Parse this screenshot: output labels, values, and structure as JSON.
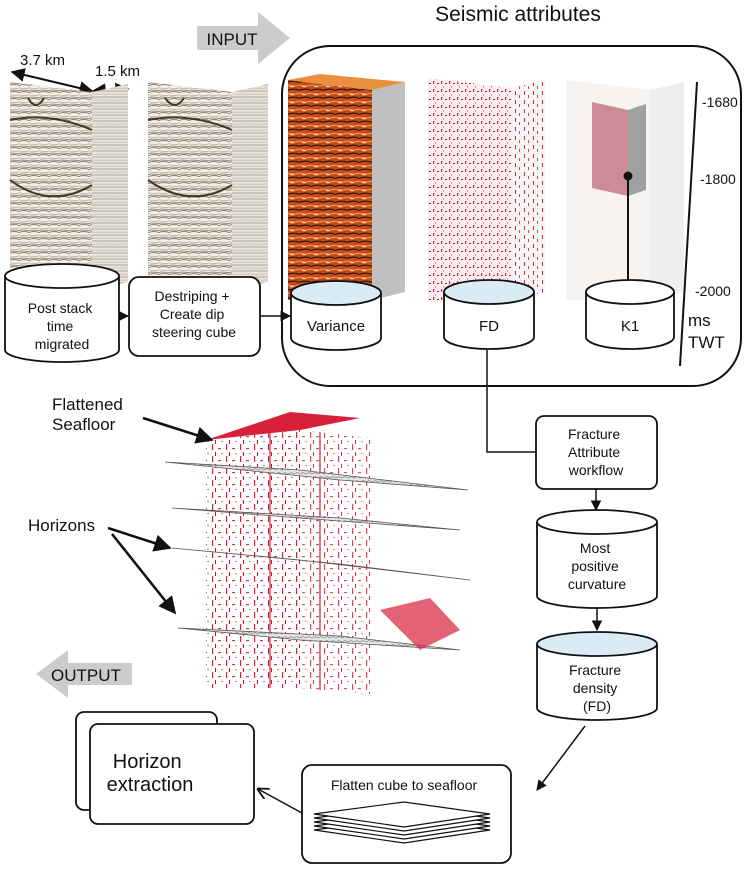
{
  "title": "Seismic attributes",
  "input_label": "INPUT",
  "output_label": "OUTPUT",
  "dims": {
    "width_label": "3.7 km",
    "depth_label": "1.5 km"
  },
  "time_axis": {
    "ticks": [
      "-1680",
      "-1800",
      "-2000"
    ],
    "unit_line1": "ms",
    "unit_line2": "TWT"
  },
  "nodes": {
    "post_stack": [
      "Post stack",
      "time",
      "migrated"
    ],
    "destriping": [
      "Destriping +",
      "Create dip",
      "steering cube"
    ],
    "variance": [
      "Variance"
    ],
    "fd": [
      "FD"
    ],
    "k1": [
      "K1"
    ],
    "fracture_workflow": [
      "Fracture",
      "Attribute",
      "workflow"
    ],
    "most_positive": [
      "Most",
      "positive",
      "curvature"
    ],
    "fracture_density": [
      "Fracture",
      "density",
      "(FD)"
    ],
    "flatten": [
      "Flatten cube to seafloor"
    ],
    "horizon_extraction": [
      "Horizon",
      "extraction"
    ]
  },
  "annotations": {
    "flattened_seafloor": [
      "Flattened",
      "Seafloor"
    ],
    "horizons": [
      "Horizons"
    ]
  },
  "colors": {
    "accent_red": "#d8203a",
    "orange": "#e0701c",
    "cylinder_blue": "#d9ecf6",
    "arrow_gray": "#c8c8c8"
  }
}
